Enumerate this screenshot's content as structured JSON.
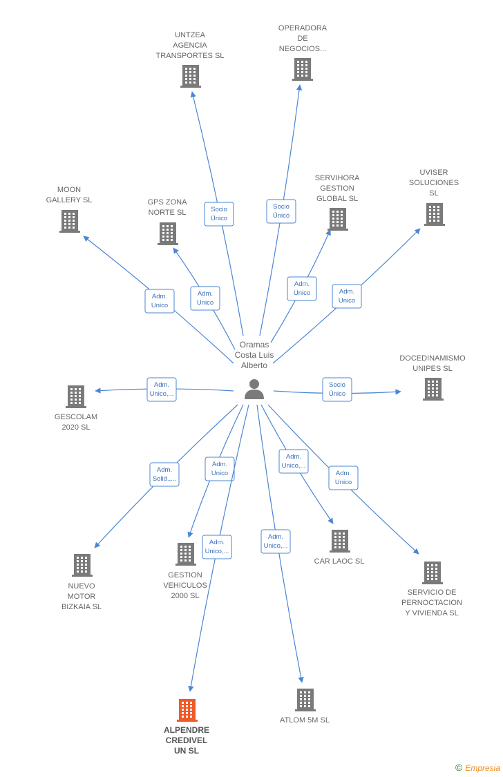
{
  "center": {
    "name_lines": [
      "Oramas",
      "Costa Luis",
      "Alberto"
    ],
    "icon": "person-icon"
  },
  "colors": {
    "edge": "#4a86d4",
    "building": "#7a7a7a",
    "highlight": "#f05a28"
  },
  "nodes": [
    {
      "id": "untzea",
      "label_lines": [
        "UNTZEA",
        "AGENCIA",
        "TRANSPORTES SL"
      ],
      "role_lines": [
        "Socio",
        "Único"
      ],
      "highlight": false
    },
    {
      "id": "operadora",
      "label_lines": [
        "OPERADORA",
        "DE",
        "NEGOCIOS..."
      ],
      "role_lines": [
        "Socio",
        "Único"
      ],
      "highlight": false
    },
    {
      "id": "moon",
      "label_lines": [
        "MOON",
        "GALLERY SL"
      ],
      "role_lines": [
        "Adm.",
        "Unico"
      ],
      "highlight": false
    },
    {
      "id": "gps",
      "label_lines": [
        "GPS ZONA",
        "NORTE SL"
      ],
      "role_lines": [
        "Adm.",
        "Unico"
      ],
      "highlight": false
    },
    {
      "id": "servihora",
      "label_lines": [
        "SERVIHORA",
        "GESTION",
        "GLOBAL  SL"
      ],
      "role_lines": [
        "Adm.",
        "Unico"
      ],
      "highlight": false
    },
    {
      "id": "uviser",
      "label_lines": [
        "UVISER",
        "SOLUCIONES",
        "SL"
      ],
      "role_lines": [
        "Adm.",
        "Unico"
      ],
      "highlight": false
    },
    {
      "id": "gescolam",
      "label_lines": [
        "GESCOLAM",
        "2020  SL"
      ],
      "role_lines": [
        "Adm.",
        "Unico,..."
      ],
      "highlight": false
    },
    {
      "id": "docedinamismo",
      "label_lines": [
        "DOCEDINAMISMO",
        "UNIPES  SL"
      ],
      "role_lines": [
        "Socio",
        "Único"
      ],
      "highlight": false
    },
    {
      "id": "nuevo",
      "label_lines": [
        "NUEVO",
        "MOTOR",
        "BIZKAIA  SL"
      ],
      "role_lines": [
        "Adm.",
        "Solid.,..."
      ],
      "highlight": false
    },
    {
      "id": "gestion",
      "label_lines": [
        "GESTION",
        "VEHICULOS",
        "2000  SL"
      ],
      "role_lines": [
        "Adm.",
        "Unico"
      ],
      "highlight": false
    },
    {
      "id": "carlaoc",
      "label_lines": [
        "CAR LAOC  SL"
      ],
      "role_lines": [
        "Adm.",
        "Unico,..."
      ],
      "highlight": false
    },
    {
      "id": "servicio",
      "label_lines": [
        "SERVICIO DE",
        "PERNOCTACION",
        "Y VIVIENDA SL"
      ],
      "role_lines": [
        "Adm.",
        "Unico"
      ],
      "highlight": false
    },
    {
      "id": "alpendre",
      "label_lines": [
        "ALPENDRE",
        "CREDIVEL",
        "UN  SL"
      ],
      "role_lines": [
        "Adm.",
        "Unico,..."
      ],
      "highlight": true
    },
    {
      "id": "atlom",
      "label_lines": [
        "ATLOM 5M  SL"
      ],
      "role_lines": [
        "Adm.",
        "Unico,..."
      ],
      "highlight": false
    }
  ],
  "footer": {
    "copyright_symbol": "©",
    "brand": "Empresia"
  }
}
